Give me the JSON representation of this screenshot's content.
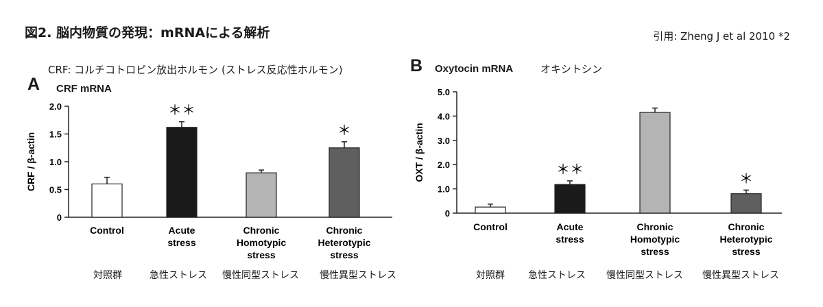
{
  "header": {
    "title": "図2. 脳内物質の発現：mRNAによる解析",
    "citation": "引用: Zheng J et al 2010 *2"
  },
  "panel_a": {
    "letter": "A",
    "note": "CRF: コルチコトロピン放出ホルモン (ストレス反応性ホルモン)",
    "ja_categories": [
      "対照群",
      "急性ストレス",
      "慢性同型ストレス",
      "慢性異型ストレス"
    ]
  },
  "panel_b": {
    "letter": "B",
    "note": "オキシトシン",
    "ja_categories": [
      "対照群",
      "急性ストレス",
      "慢性同型ストレス",
      "慢性異型ストレス"
    ]
  },
  "colors": {
    "control": "#ffffff",
    "acute": "#1a1a1a",
    "homotypic": "#b4b4b4",
    "heterotypic": "#5f5f5f"
  },
  "chart_data": [
    {
      "type": "bar",
      "title": "CRF mRNA",
      "ylabel": "CRF / β-actin",
      "ylim": [
        0,
        2.0
      ],
      "yticks": [
        "0",
        "0.5",
        "1.0",
        "1.5",
        "2.0"
      ],
      "categories": [
        "Control",
        "Acute stress",
        "Chronic Homotypic stress",
        "Chronic Heterotypic stress"
      ],
      "category_lines": [
        [
          "Control"
        ],
        [
          "Acute",
          "stress"
        ],
        [
          "Chronic",
          "Homotypic",
          "stress"
        ],
        [
          "Chronic",
          "Heterotypic",
          "stress"
        ]
      ],
      "values": [
        0.6,
        1.62,
        0.8,
        1.25
      ],
      "errors": [
        0.12,
        0.1,
        0.05,
        0.11
      ],
      "significance": [
        "",
        "＊＊",
        "",
        "＊"
      ]
    },
    {
      "type": "bar",
      "title": "Oxytocin mRNA",
      "ylabel": "OXT / β-actin",
      "ylim": [
        0,
        5.0
      ],
      "yticks": [
        "0",
        "1.0",
        "2.0",
        "3.0",
        "4.0",
        "5.0"
      ],
      "categories": [
        "Control",
        "Acute stress",
        "Chronic Homotypic stress",
        "Chronic Heterotypic stress"
      ],
      "category_lines": [
        [
          "Control"
        ],
        [
          "Acute",
          "stress"
        ],
        [
          "Chronic",
          "Homotypic",
          "stress"
        ],
        [
          "Chronic",
          "Heterotypic",
          "stress"
        ]
      ],
      "values": [
        0.25,
        1.18,
        4.15,
        0.8
      ],
      "errors": [
        0.12,
        0.15,
        0.18,
        0.15
      ],
      "significance": [
        "",
        "＊＊",
        "",
        "＊"
      ]
    }
  ]
}
